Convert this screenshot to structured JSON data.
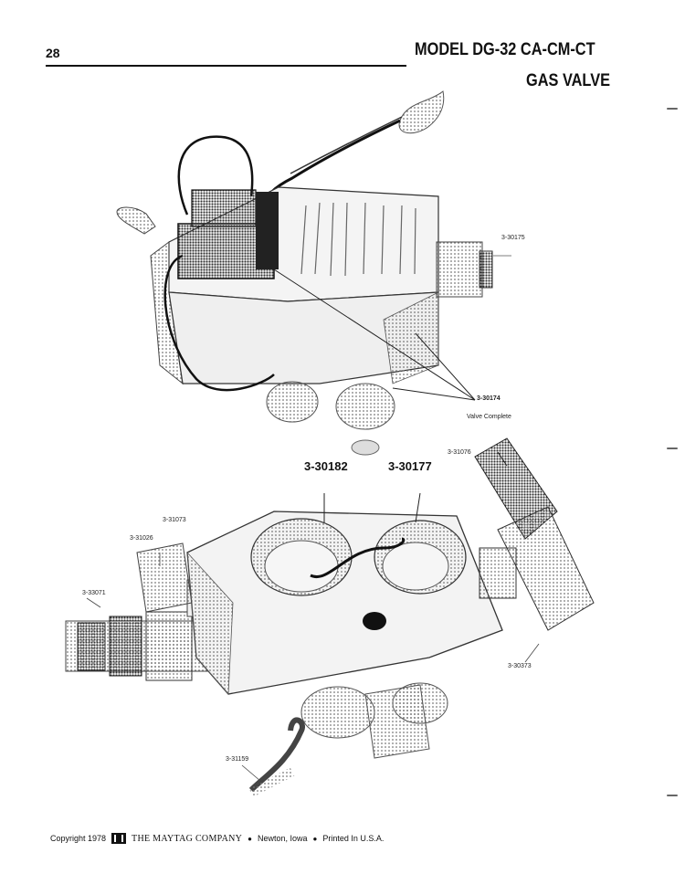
{
  "page_number": "28",
  "header": {
    "model_line": "MODEL  DG-32  CA-CM-CT",
    "section_title": "GAS VALVE"
  },
  "figure_top": {
    "labels": {
      "part_3_30175": "3-30175",
      "part_3_30174": "3-30174",
      "valve_complete": "Valve Complete"
    }
  },
  "figure_bottom": {
    "labels": {
      "part_3_30182": "3-30182",
      "part_3_30177": "3-30177",
      "part_3_31076": "3-31076",
      "part_3_31073": "3-31073",
      "part_3_31026": "3-31026",
      "part_3_33071": "3-33071",
      "part_3_30373": "3-30373",
      "part_3_31159": "3-31159"
    }
  },
  "footer": {
    "copyright": "Copyright 1978",
    "company": "THE MAYTAG COMPANY",
    "location": "Newton, Iowa",
    "printed": "Printed In U.S.A.",
    "bullet": "●"
  }
}
